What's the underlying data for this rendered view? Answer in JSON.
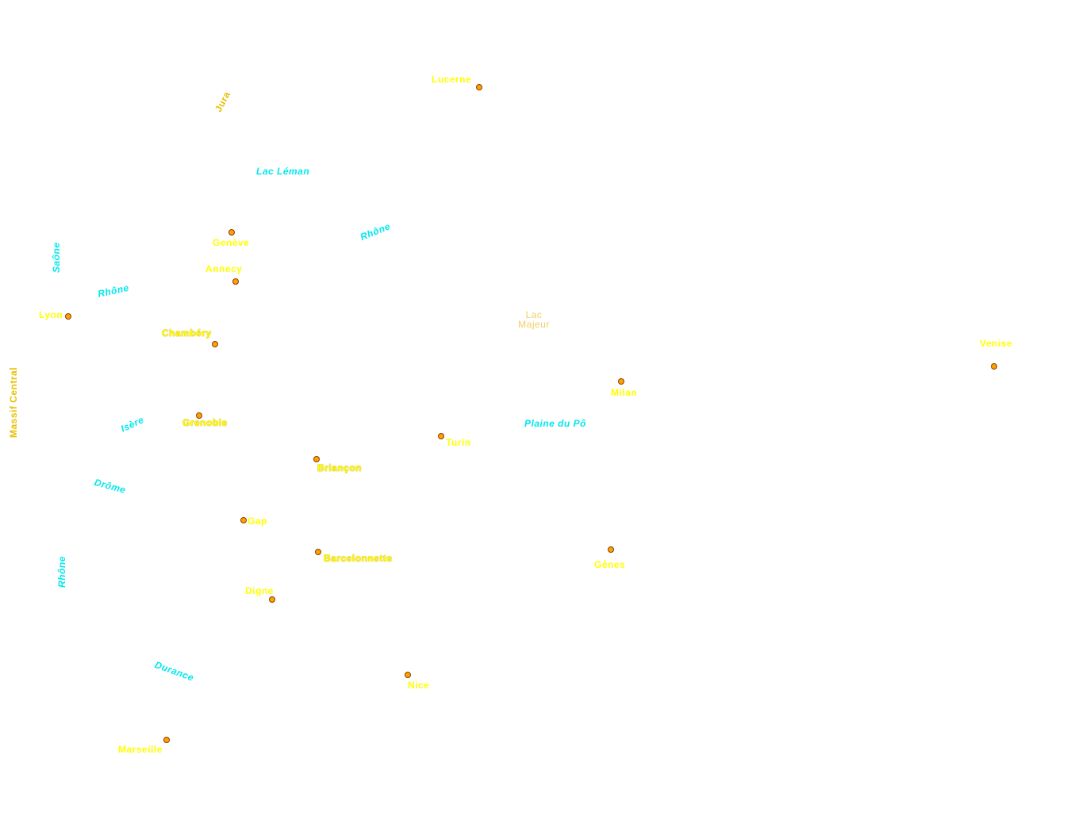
{
  "map": {
    "colors": {
      "city_label": "#ffff00",
      "water_label": "#00e8ee",
      "relief_label": "#e8c000",
      "city_marker_fill": "#ffa200",
      "city_marker_stroke": "#8a3b00",
      "background": "#ffffff"
    },
    "cities": {
      "lucerne": "Lucerne",
      "geneve": "Genève",
      "annecy": "Annecy",
      "lyon": "Lyon",
      "chambery": "Chambéry",
      "grenoble": "Grenoble",
      "briancon": "Briançon",
      "gap": "Gap",
      "barcelonnette": "Barcelonnette",
      "digne": "Digne",
      "marseille": "Marseille",
      "nice": "Nice",
      "turin": "Turin",
      "milan": "Milan",
      "genes": "Gênes",
      "venise": "Venise"
    },
    "water": {
      "lac_leman": "Lac Léman",
      "rhone_north": "Rhône",
      "rhone_lyon": "Rhône",
      "rhone_south": "Rhône",
      "saone": "Saône",
      "isere": "Isère",
      "drome": "Drôme",
      "durance": "Durance",
      "plaine_du_po": "Plaine du Pô"
    },
    "relief": {
      "jura": "Jura",
      "massif_central": "Massif Central"
    },
    "lakes": {
      "lac_majeur_line1": "Lac",
      "lac_majeur_line2": "Majeur"
    }
  }
}
